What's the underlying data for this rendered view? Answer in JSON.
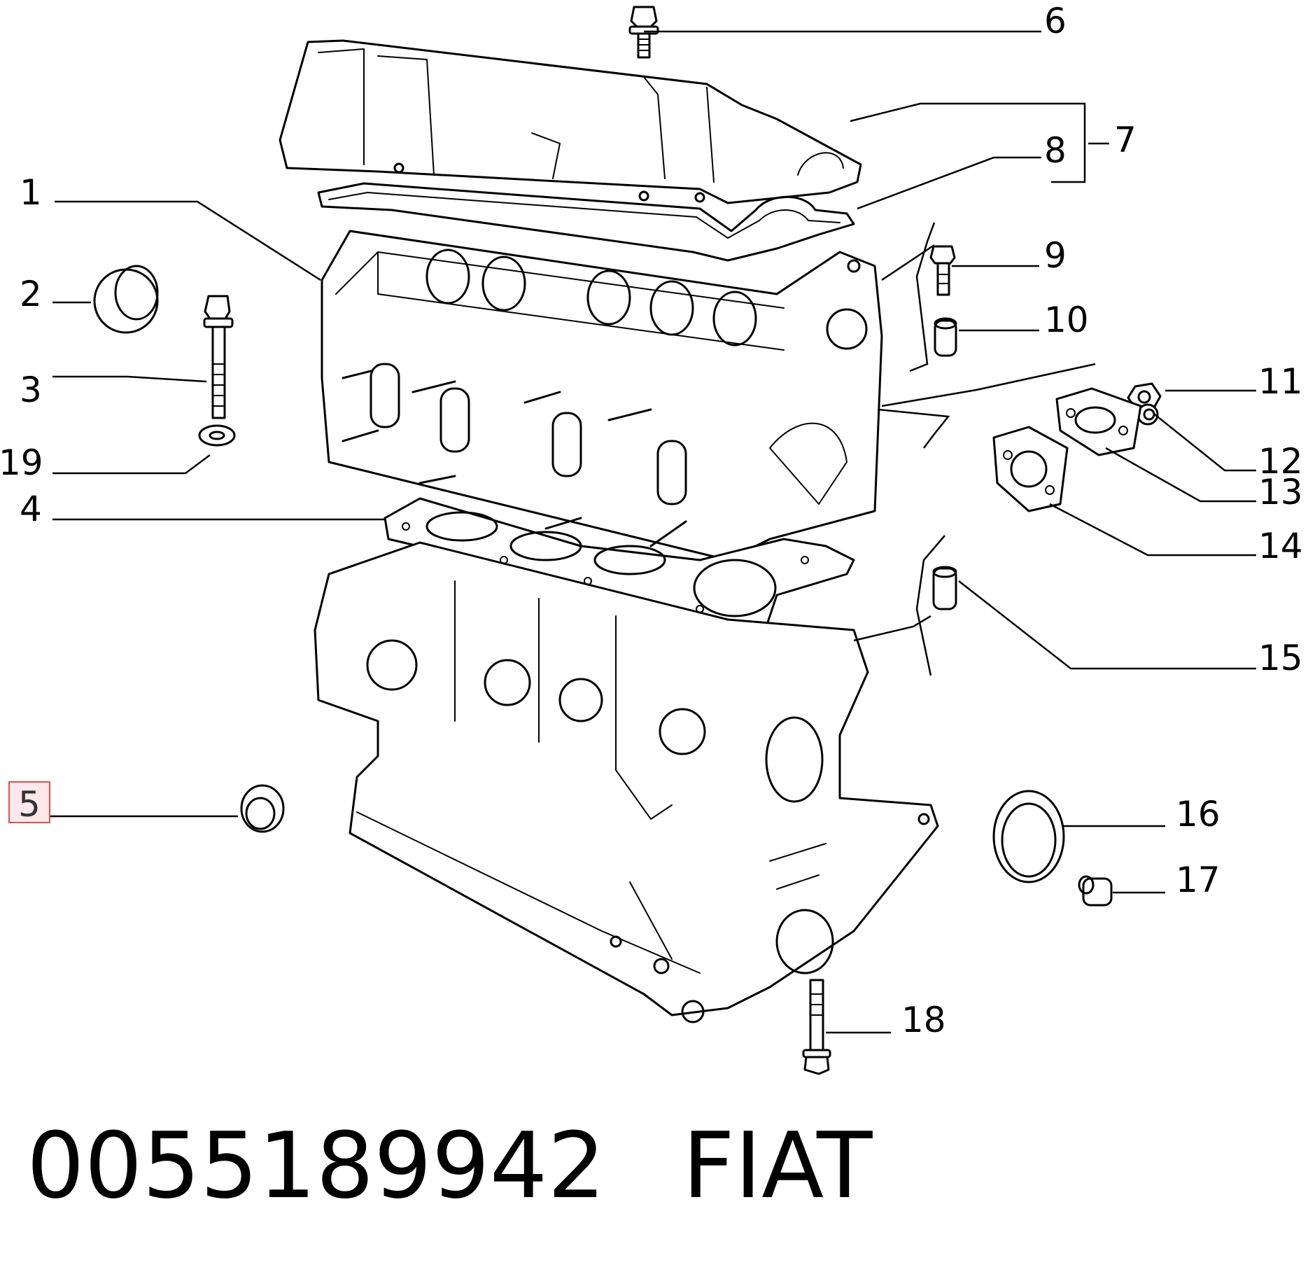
{
  "callouts": [
    "1",
    "2",
    "3",
    "4",
    "5",
    "6",
    "7",
    "8",
    "9",
    "10",
    "11",
    "12",
    "13",
    "14",
    "15",
    "16",
    "17",
    "18",
    "19"
  ],
  "highlighted_callout": "5",
  "part_number": "0055189942",
  "brand": "FIAT",
  "accent_color": "#d9534f"
}
